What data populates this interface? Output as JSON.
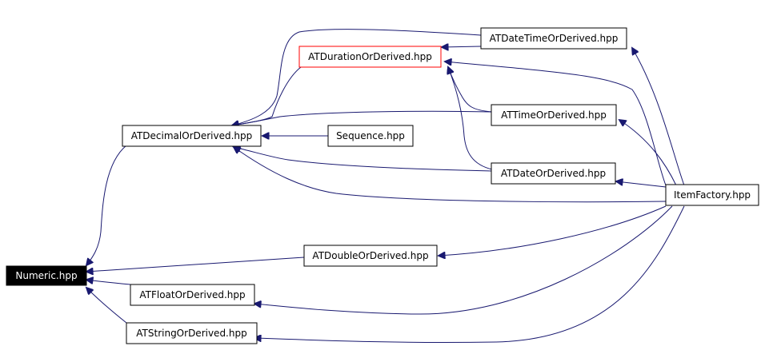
{
  "graph": {
    "nodes": {
      "numeric": "Numeric.hpp",
      "decimal": "ATDecimalOrDerived.hpp",
      "duration": "ATDurationOrDerived.hpp",
      "datetime": "ATDateTimeOrDerived.hpp",
      "sequence": "Sequence.hpp",
      "time": "ATTimeOrDerived.hpp",
      "date": "ATDateOrDerived.hpp",
      "itemfactory": "ItemFactory.hpp",
      "double": "ATDoubleOrDerived.hpp",
      "float": "ATFloatOrDerived.hpp",
      "string": "ATStringOrDerived.hpp"
    },
    "colors": {
      "edge": "#191970",
      "highlight_border": "#ff0000",
      "root_fill": "#000000",
      "root_text": "#ffffff"
    }
  }
}
